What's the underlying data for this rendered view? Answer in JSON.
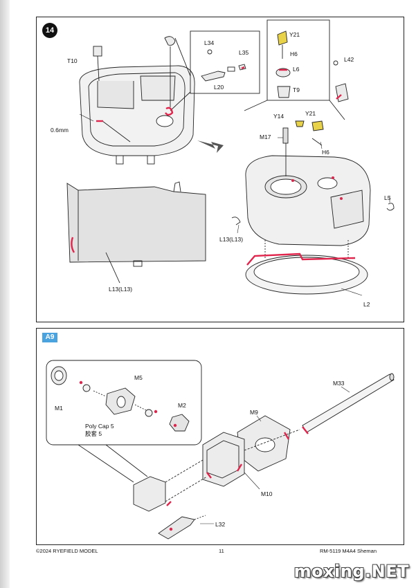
{
  "step14": {
    "number": "14",
    "labels": {
      "T10": "T10",
      "L34": "L34",
      "L35": "L35",
      "L20": "L20",
      "drill": "0.6mm",
      "Y21a": "Y21",
      "H6a": "H6",
      "L6": "L6",
      "T9": "T9",
      "L42": "L42",
      "Y14": "Y14",
      "Y21b": "Y21",
      "M17": "M17",
      "H6b": "H6",
      "L5": "L5",
      "L13right": "L13(L13)",
      "L13left": "L13(L13)",
      "L2": "L2"
    }
  },
  "stepA9": {
    "badge": "A9",
    "labels": {
      "M1": "M1",
      "M5": "M5",
      "M2": "M2",
      "polycap": "Poly Cap 5",
      "polycap_cn": "胶套 5",
      "M33": "M33",
      "M9": "M9",
      "M10": "M10",
      "L32": "L32"
    }
  },
  "footer": {
    "copyright": "©2024 RYEFIELD MODEL",
    "page": "11",
    "product": "RM-5119 M4A4 Sheman"
  },
  "watermark": "moxing.NET",
  "colors": {
    "accent": "#e0244b",
    "part_yellow": "#e8d24a",
    "badge_blue": "#4aa3df",
    "part_gray": "#d9d9d9"
  }
}
